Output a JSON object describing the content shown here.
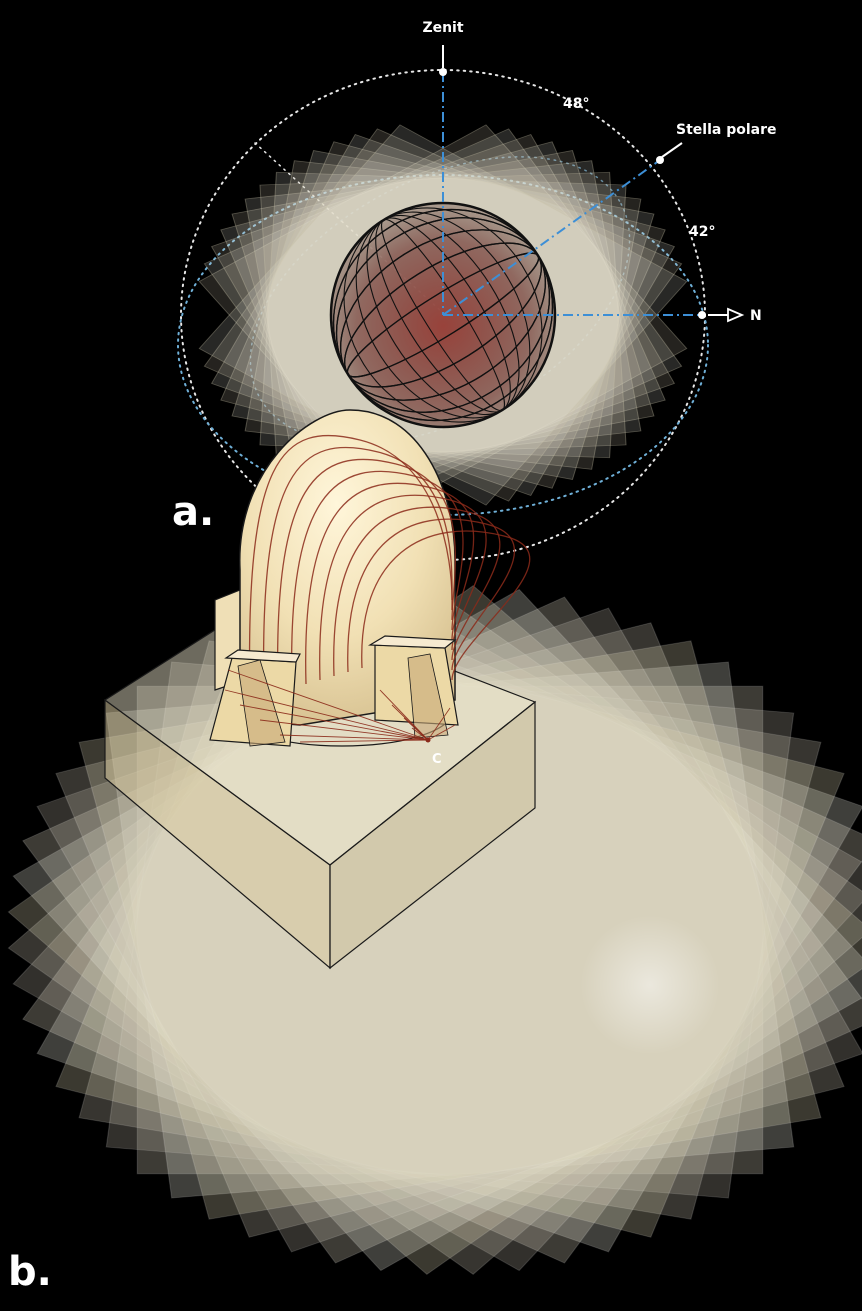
{
  "panel_a": {
    "label": "a.",
    "zenith_label": "Zenit",
    "pole_star_label": "Stella polare",
    "north_label": "N",
    "latitude_angle_label": "42°",
    "colatitude_angle_label": "48°",
    "plane_count": 14,
    "colors": {
      "plane_fill": "#f0ece0",
      "plane_edge": "#c9c2a8",
      "axis": "#3d8fd6",
      "sphere_stroke": "#111111",
      "sphere_core": "#7a1e1a",
      "orbit_white": "#e6e6e6",
      "orbit_blue": "#6fb0d8"
    }
  },
  "panel_b": {
    "label": "b.",
    "point_label": "C",
    "plane_count": 30,
    "colors": {
      "plane_fill": "#ece6cf",
      "dome_fill": "#f5e8c4",
      "dome_lines": "#8b2a1a",
      "outline": "#1a1a1a"
    }
  }
}
